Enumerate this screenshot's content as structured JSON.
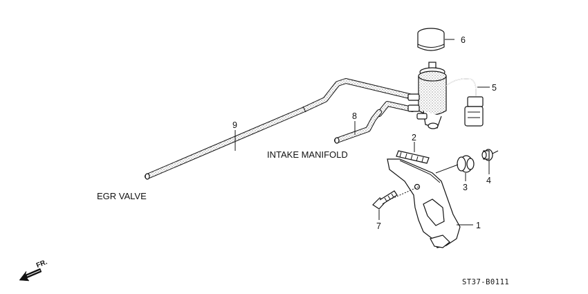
{
  "labels": {
    "egr_valve": "EGR VALVE",
    "intake_manifold": "INTAKE MANIFOLD"
  },
  "part_numbers": {
    "p1": "1",
    "p2": "2",
    "p3": "3",
    "p4": "4",
    "p5": "5",
    "p6": "6",
    "p7": "7",
    "p8": "8",
    "p9": "9"
  },
  "diagram_code": "ST37-B0111",
  "direction_label": "FR."
}
